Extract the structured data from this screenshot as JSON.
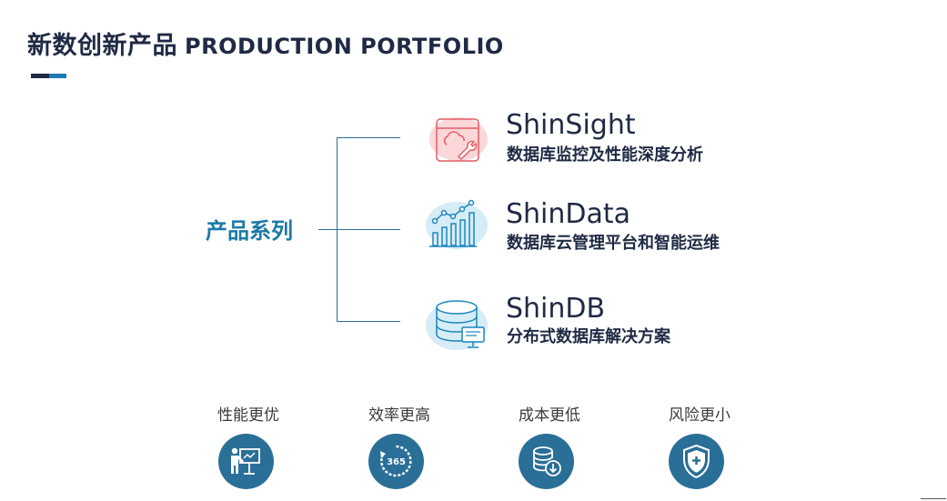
{
  "header": {
    "title_zh": "新数创新产品",
    "title_en": "PRODUCTION PORTFOLIO"
  },
  "series_label": "产品系列",
  "products": [
    {
      "name": "ShinSight",
      "desc": "数据库监控及性能深度分析",
      "icon": "cloud-wrench-icon"
    },
    {
      "name": "ShinData",
      "desc": "数据库云管理平台和智能运维",
      "icon": "line-bar-chart-icon"
    },
    {
      "name": "ShinDB",
      "desc": "分布式数据库解决方案",
      "icon": "database-monitor-icon"
    }
  ],
  "features": [
    {
      "label": "性能更优",
      "icon": "presenter-board-icon"
    },
    {
      "label": "效率更高",
      "icon": "365-cycle-icon",
      "icon_text": "365"
    },
    {
      "label": "成本更低",
      "icon": "database-download-icon"
    },
    {
      "label": "风险更小",
      "icon": "shield-plus-icon"
    }
  ],
  "colors": {
    "navy": "#1f2a44",
    "accent_blue": "#1b79a8",
    "icon_circle": "#2a6f97"
  }
}
